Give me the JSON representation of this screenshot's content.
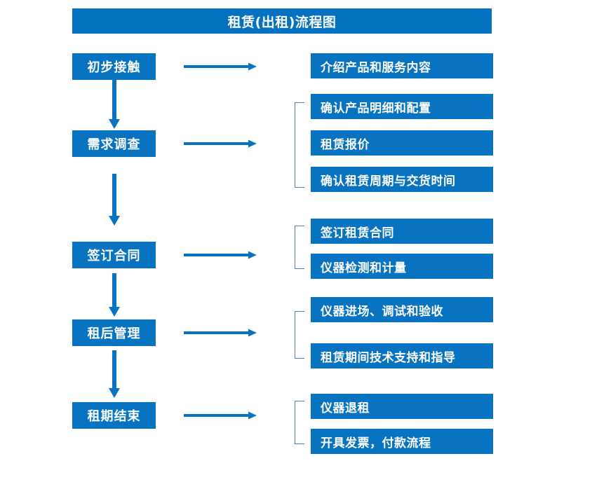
{
  "diagram": {
    "title": "租赁(出租)流程图",
    "colors": {
      "title_bar": "#0571c1",
      "box_fill": "#0873c0",
      "box_text": "#ffffff",
      "arrow": "#0873c0",
      "bracket": "#4a7fb5",
      "background": "#ffffff"
    },
    "stages": [
      {
        "label": "初步接触",
        "details": [
          "介绍产品和服务内容"
        ]
      },
      {
        "label": "需求调查",
        "details": [
          "确认产品明细和配置",
          "租赁报价",
          "确认租赁周期与交货时间"
        ]
      },
      {
        "label": "签订合同",
        "details": [
          "签订租赁合同",
          "仪器检测和计量"
        ]
      },
      {
        "label": "租后管理",
        "details": [
          "仪器进场、调试和验收",
          "租赁期间技术支持和指导"
        ]
      },
      {
        "label": "租期结束",
        "details": [
          "仪器退租",
          "开具发票，付款流程"
        ]
      }
    ]
  }
}
